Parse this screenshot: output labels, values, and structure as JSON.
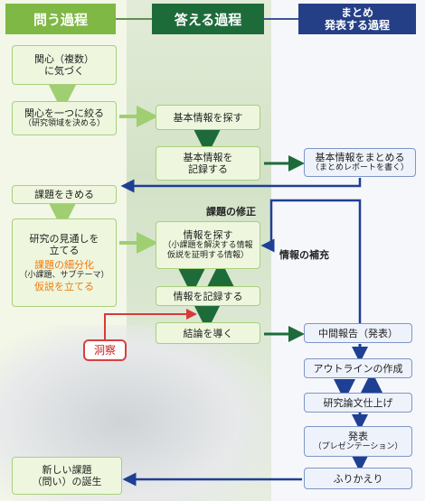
{
  "headers": {
    "ask": "問う過程",
    "answer": "答える過程",
    "summary_line1": "まとめ",
    "summary_line2": "発表する過程"
  },
  "ask": {
    "interest_line1": "関心（複数）",
    "interest_line2": "に気づく",
    "narrow_line1": "関心を一つに絞る",
    "narrow_line2": "（研究領域を決める）",
    "decide": "課題をきめる",
    "plan_line1": "研究の見通しを",
    "plan_line2": "立てる",
    "plan_sub1": "課題の細分化",
    "plan_sub2": "（小課題、サブテーマ）",
    "plan_sub3": "仮説を立てる",
    "insight": "洞察",
    "new_line1": "新しい課題",
    "new_line2": "（問い）の誕生"
  },
  "answer": {
    "search_basic": "基本情報を探す",
    "record_basic_line1": "基本情報を",
    "record_basic_line2": "記録する",
    "search_info_line1": "情報を探す",
    "search_info_line2": "（小課題を解決する情報",
    "search_info_line3": "仮説を証明する情報）",
    "record_info": "情報を記録する",
    "conclude": "結論を導く"
  },
  "summary": {
    "summarize_line1": "基本情報をまとめる",
    "summarize_line2": "（まとめレポートを書く）",
    "interim": "中間報告（発表）",
    "outline": "アウトラインの作成",
    "finish": "研究論文仕上げ",
    "present_line1": "発表",
    "present_line2": "（プレゼンテーション）",
    "reflect": "ふりかえり"
  },
  "notes": {
    "revise": "課題の修正",
    "supplement": "情報の補充"
  },
  "colors": {
    "green_arrow": "#3e9a4f",
    "dark_green_arrow": "#1e6b3a",
    "blue_arrow": "#1f3f93",
    "light_green_arrow": "#9fcf71",
    "red_arrow": "#d83a3a"
  }
}
